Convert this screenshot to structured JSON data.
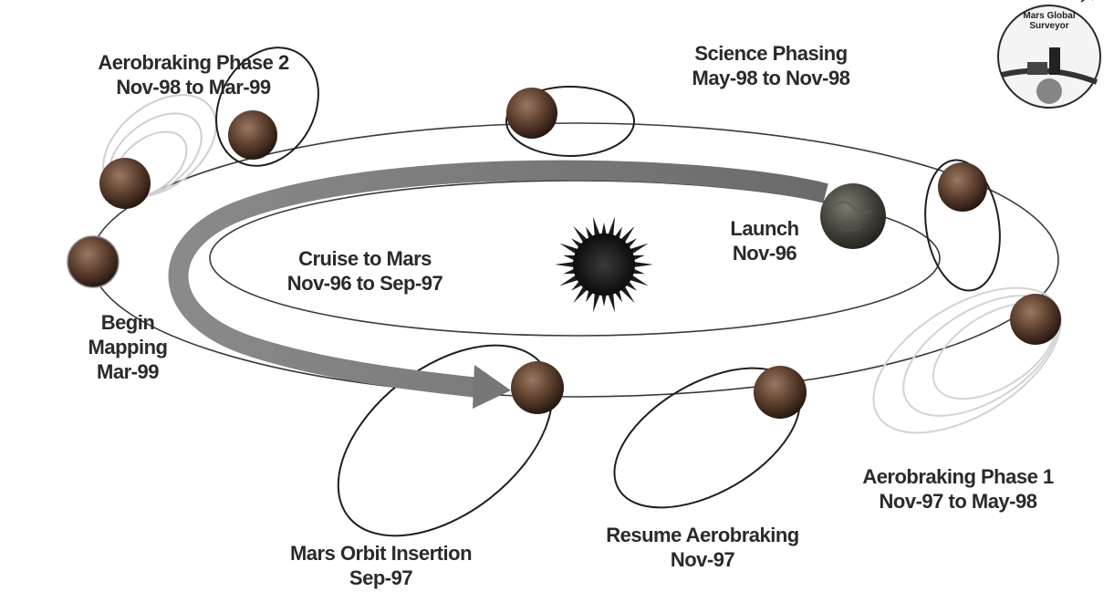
{
  "logo": {
    "line1": "Mars Global",
    "line2": "Surveyor"
  },
  "labels": {
    "aerobraking2": {
      "line1": "Aerobraking Phase 2",
      "line2": "Nov-98 to Mar-99"
    },
    "science": {
      "line1": "Science Phasing",
      "line2": "May-98 to Nov-98"
    },
    "launch": {
      "line1": "Launch",
      "line2": "Nov-96"
    },
    "cruise": {
      "line1": "Cruise to Mars",
      "line2": "Nov-96 to Sep-97"
    },
    "mapping": {
      "line1": "Begin",
      "line2": "Mapping",
      "line3": "Mar-99"
    },
    "aerobraking1": {
      "line1": "Aerobraking Phase 1",
      "line2": "Nov-97 to May-98"
    },
    "moi": {
      "line1": "Mars Orbit Insertion",
      "line2": "Sep-97"
    },
    "resume": {
      "line1": "Resume Aerobraking",
      "line2": "Nov-97"
    }
  },
  "colors": {
    "mars_dark": "#2b1c14",
    "mars_mid": "#6e5140",
    "earth": "#3a3a36",
    "sun": "#1a1a1a",
    "arrow": "#7a7a7a",
    "line": "#333333",
    "faint_orbit": "#cfcfcf"
  }
}
